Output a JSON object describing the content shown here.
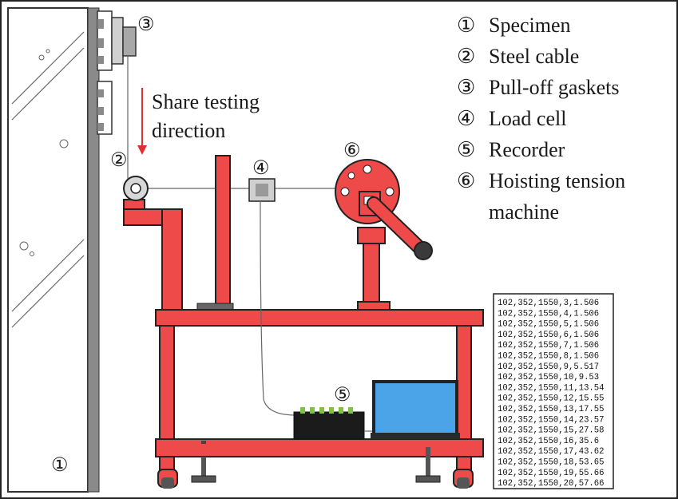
{
  "legend": [
    {
      "num": "①",
      "label": "Specimen"
    },
    {
      "num": "②",
      "label": "Steel cable"
    },
    {
      "num": "③",
      "label": "Pull-off gaskets"
    },
    {
      "num": "④",
      "label": "Load cell"
    },
    {
      "num": "⑤",
      "label": "Recorder"
    },
    {
      "num": "⑥",
      "label": "Hoisting tension",
      "label2": "machine"
    }
  ],
  "callouts": {
    "specimen": "①",
    "cable": "②",
    "gaskets": "③",
    "load_cell": "④",
    "recorder": "⑤",
    "hoist": "⑥"
  },
  "direction_label": [
    "Share testing",
    "direction"
  ],
  "recorder_readout": [
    "102,352,1550,3,1.506",
    "102,352,1550,4,1.506",
    "102,352,1550,5,1.506",
    "102,352,1550,6,1.506",
    "102,352,1550,7,1.506",
    "102,352,1550,8,1.506",
    "102,352,1550,9,5.517",
    "102,352,1550,10,9.53",
    "102,352,1550,11,13.54",
    "102,352,1550,12,15.55",
    "102,352,1550,13,17.55",
    "102,352,1550,14,23.57",
    "102,352,1550,15,27.58",
    "102,352,1550,16,35.6",
    "102,352,1550,17,43.62",
    "102,352,1550,18,53.65",
    "102,352,1550,19,55.66",
    "102,352,1550,20,57.66"
  ],
  "colors": {
    "frame_red": "#ee4a4a",
    "frame_dark": "#222222",
    "wall_gray": "#8a8a8a",
    "monitor_blue": "#4ba3e8",
    "recorder_black": "#1b1b1b",
    "recorder_green": "#7fc241",
    "arrow_red": "#e03030"
  }
}
